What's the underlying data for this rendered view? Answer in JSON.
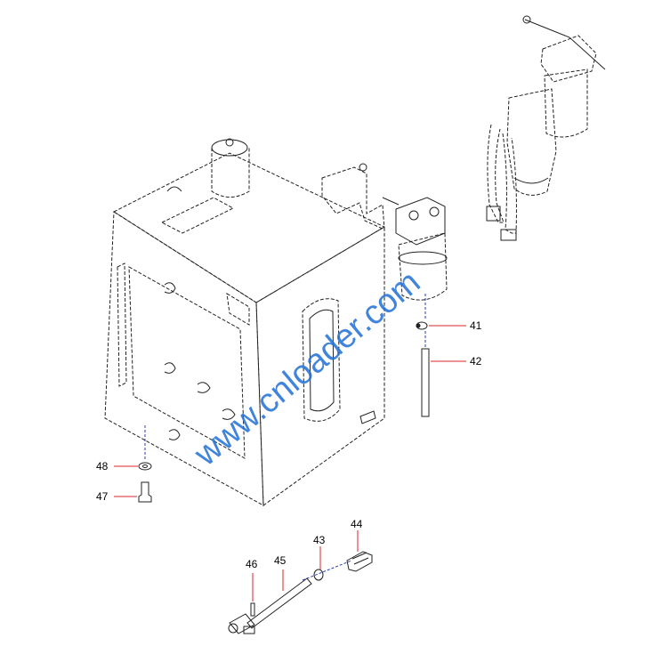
{
  "watermark": "www.cnloader.com",
  "callouts": [
    {
      "id": "41",
      "label": "41"
    },
    {
      "id": "42",
      "label": "42"
    },
    {
      "id": "43",
      "label": "43"
    },
    {
      "id": "44",
      "label": "44"
    },
    {
      "id": "45",
      "label": "45"
    },
    {
      "id": "46",
      "label": "46"
    },
    {
      "id": "47",
      "label": "47"
    },
    {
      "id": "48",
      "label": "48"
    }
  ],
  "colors": {
    "line": "#222222",
    "leader": "#d8262b",
    "axis": "#2a3fb0",
    "watermark": "#1f6fd6"
  }
}
